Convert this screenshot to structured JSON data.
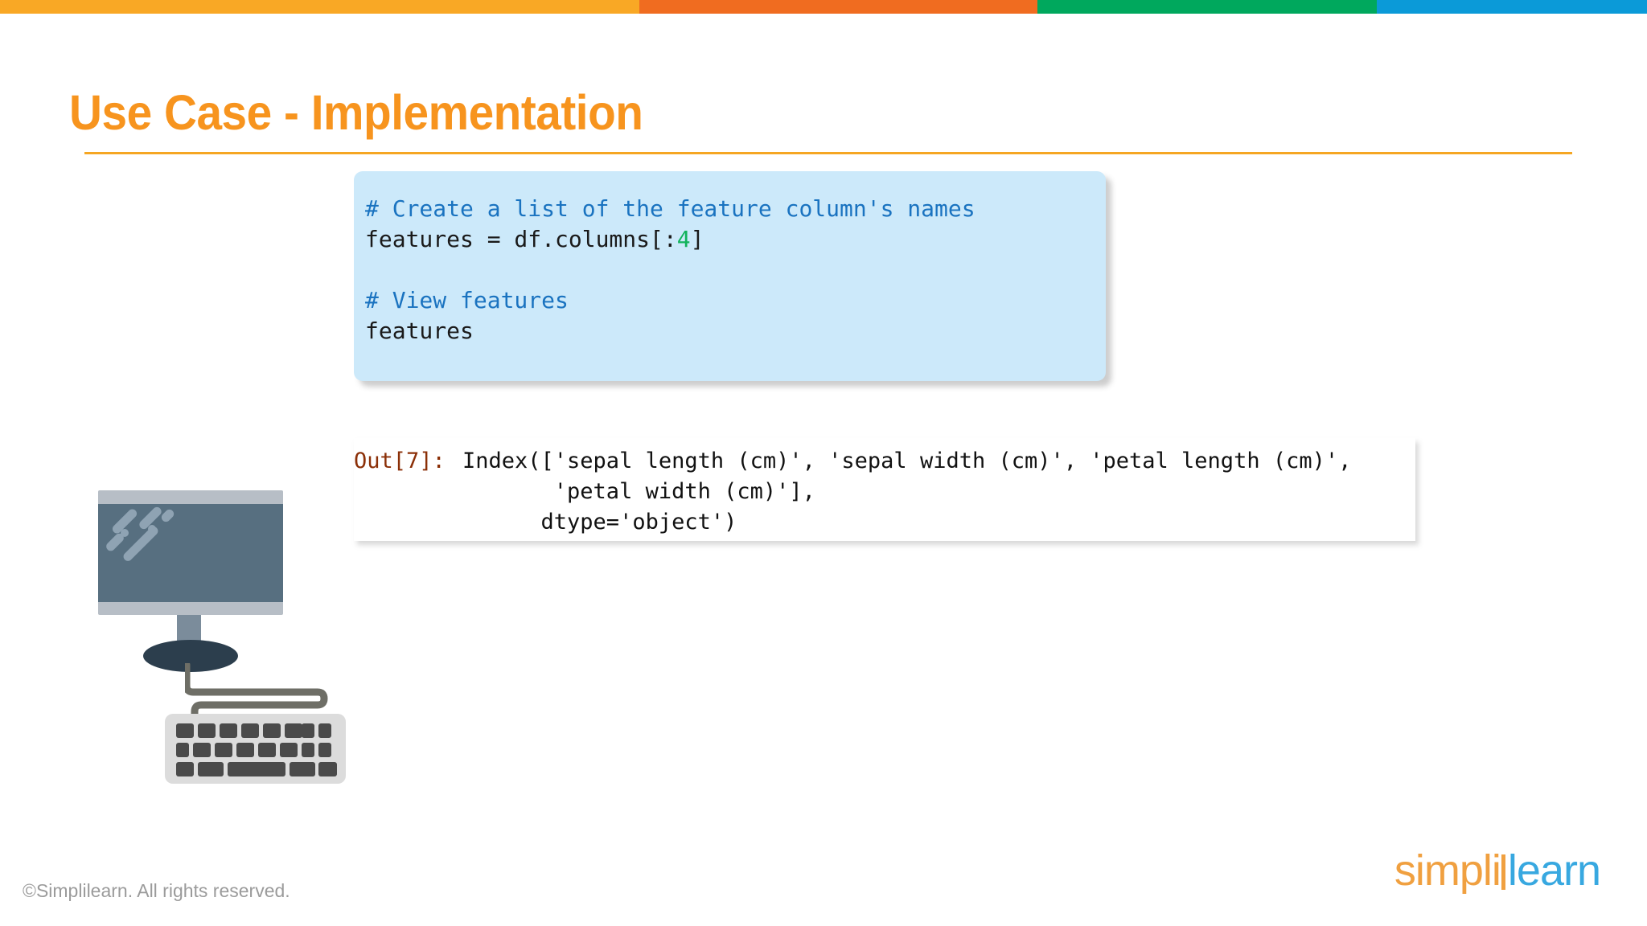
{
  "top_bar": {
    "segments": [
      {
        "name": "yellow",
        "color": "#f9a825"
      },
      {
        "name": "orange",
        "color": "#f06c20"
      },
      {
        "name": "green",
        "color": "#00a85d"
      },
      {
        "name": "blue",
        "color": "#0b9ad8"
      }
    ]
  },
  "title": "Use Case - Implementation",
  "code_cell": {
    "lines": [
      {
        "type": "comment",
        "text": "# Create a list of the feature column's names"
      },
      {
        "type": "code",
        "text": "features = df.columns[:",
        "num": "4",
        "tail": "]"
      },
      {
        "type": "blank",
        "text": ""
      },
      {
        "type": "comment",
        "text": "# View features"
      },
      {
        "type": "code_plain",
        "text": "features"
      }
    ],
    "background_color": "#cce9fa",
    "comment_color": "#1a73c0",
    "number_color": "#11b35b"
  },
  "output_cell": {
    "prompt": "Out[7]:",
    "prompt_color": "#8b2f07",
    "lines": [
      "Index(['sepal length (cm)', 'sepal width (cm)', 'petal length (cm)',",
      "       'petal width (cm)'],",
      "      dtype='object')"
    ]
  },
  "illustration": {
    "name": "desktop-computer-with-keyboard",
    "monitor_frame_color": "#b7bec6",
    "monitor_screen_color": "#576f80",
    "keyboard_color": "#dcdcdc",
    "key_color": "#4a4a4a",
    "cable_color": "#6e6e66"
  },
  "footer": {
    "copyright": "©Simplilearn. All rights reserved.",
    "logo": {
      "part1": "simpli",
      "part2": "learn",
      "part1_color": "#f0a040",
      "part2_color": "#38a8e0"
    }
  }
}
